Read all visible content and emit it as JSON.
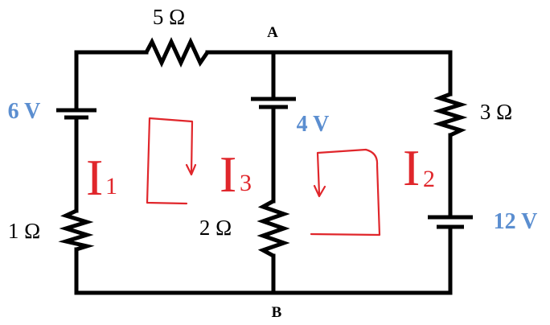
{
  "nodes": {
    "top": "A",
    "bottom": "B"
  },
  "resistors": {
    "top": "5 Ω",
    "left": "1 Ω",
    "middle": "2 Ω",
    "right": "3 Ω"
  },
  "batteries": {
    "left": "6 V",
    "middle": "4 V",
    "right": "12 V"
  },
  "currents": {
    "left": {
      "main": "I",
      "sub": "1"
    },
    "middle": {
      "main": "I",
      "sub": "3"
    },
    "right": {
      "main": "I",
      "sub": "2"
    }
  },
  "colors": {
    "wire": "#000000",
    "voltage_label": "#5b8ed0",
    "current_label": "#e0262b"
  }
}
